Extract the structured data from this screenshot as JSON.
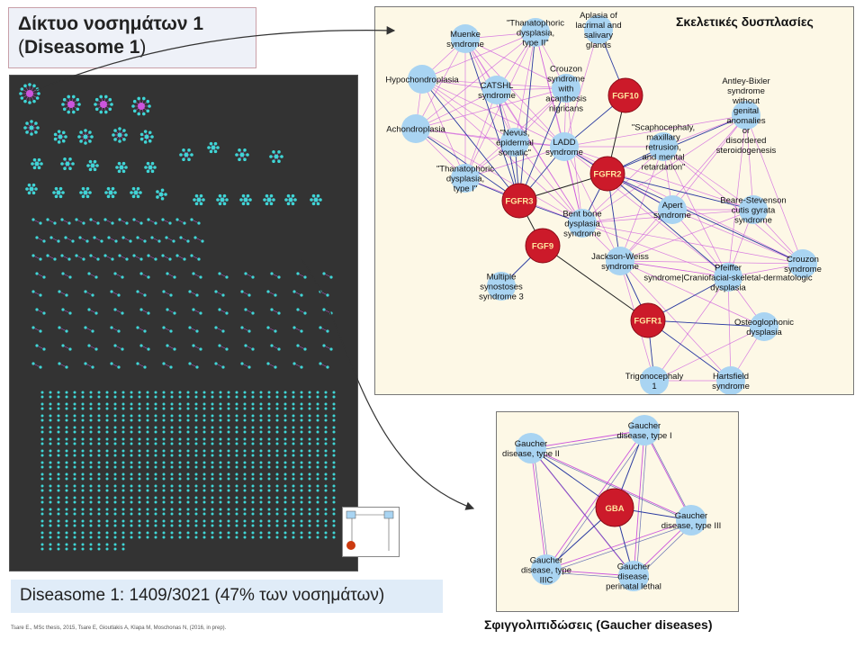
{
  "slide": {
    "title_line1": "Δίκτυο νοσημάτων 1",
    "title_line2_prefix": "(",
    "title_line2_bold": "Diseasome 1",
    "title_line2_suffix": ")",
    "caption": "Diseasome 1: 1409/3021 (47% των νοσημάτων)",
    "references": "Tsare E., MSc thesis, 2015, Tsare E, Gioutlakis A, Klapa M, Moschonas N, (2016, in prep)."
  },
  "skeletal_panel": {
    "title": "Σκελετικές δυσπλασίες",
    "genes": [
      {
        "id": "fgf10",
        "label": "FGF10"
      },
      {
        "id": "fgfr2",
        "label": "FGFR2"
      },
      {
        "id": "fgfr3",
        "label": "FGFR3"
      },
      {
        "id": "fgf9",
        "label": "FGF9"
      },
      {
        "id": "fgfr1",
        "label": "FGFR1"
      }
    ],
    "diseases": [
      {
        "id": "muenke",
        "lines": [
          "Muenke",
          "syndrome"
        ]
      },
      {
        "id": "thanato2",
        "lines": [
          "\"Thanatophoric",
          "dysplasia,",
          "type II\""
        ]
      },
      {
        "id": "aplasia",
        "lines": [
          "Aplasia of",
          "lacrimal and",
          "salivary",
          "glands"
        ]
      },
      {
        "id": "hypochondro",
        "lines": [
          "Hypochondroplasia"
        ]
      },
      {
        "id": "catshl",
        "lines": [
          "CATSHL",
          "syndrome"
        ]
      },
      {
        "id": "crouzon_acan",
        "lines": [
          "Crouzon",
          "syndrome",
          "with",
          "acanthosis",
          "nigricans"
        ]
      },
      {
        "id": "antley",
        "lines": [
          "Antley-Bixler",
          "syndrome",
          "without",
          "genital",
          "anomalies",
          "or",
          "disordered",
          "steroidogenesis"
        ]
      },
      {
        "id": "achondro",
        "lines": [
          "Achondroplasia"
        ]
      },
      {
        "id": "nevus",
        "lines": [
          "\"Nevus,",
          "epidermal",
          "somatic\""
        ]
      },
      {
        "id": "ladd",
        "lines": [
          "LADD",
          "syndrome"
        ]
      },
      {
        "id": "scapho",
        "lines": [
          "\"Scaphocephaly,",
          "maxillary",
          "retrusion,",
          "and mental",
          "retardation\""
        ]
      },
      {
        "id": "thanato1",
        "lines": [
          "\"Thanatophoric",
          "dysplasia,",
          "type I\""
        ]
      },
      {
        "id": "beare",
        "lines": [
          "Beare-Stevenson",
          "cutis gyrata",
          "syndrome"
        ]
      },
      {
        "id": "apert",
        "lines": [
          "Apert",
          "syndrome"
        ]
      },
      {
        "id": "bentbone",
        "lines": [
          "Bent bone",
          "dysplasia",
          "syndrome"
        ]
      },
      {
        "id": "crouzon",
        "lines": [
          "Crouzon",
          "syndrome"
        ]
      },
      {
        "id": "jackson",
        "lines": [
          "Jackson-Weiss",
          "syndrome"
        ]
      },
      {
        "id": "pfeiffer",
        "lines": [
          "Pfeiffer",
          "syndrome|Craniofacial-skeletal-dermatologic",
          "dysplasia"
        ]
      },
      {
        "id": "multiple",
        "lines": [
          "Multiple",
          "synostoses",
          "syndrome 3"
        ]
      },
      {
        "id": "osteo",
        "lines": [
          "Osteoglophonic",
          "dysplasia"
        ]
      },
      {
        "id": "trigono",
        "lines": [
          "Trigonocephaly",
          "1"
        ]
      },
      {
        "id": "hartsfield",
        "lines": [
          "Hartsfield",
          "syndrome"
        ]
      }
    ]
  },
  "gaucher_panel": {
    "caption": "Σφιγγολιπιδώσεις (Gaucher diseases)",
    "genes": [
      {
        "id": "gba",
        "label": "GBA"
      }
    ],
    "diseases": [
      {
        "id": "g1",
        "lines": [
          "Gaucher",
          "disease, type I"
        ]
      },
      {
        "id": "g2",
        "lines": [
          "Gaucher",
          "disease, type II"
        ]
      },
      {
        "id": "g3",
        "lines": [
          "Gaucher",
          "disease, type III"
        ]
      },
      {
        "id": "g3c",
        "lines": [
          "Gaucher",
          "disease, type",
          "IIIC"
        ]
      },
      {
        "id": "gpl",
        "lines": [
          "Gaucher",
          "disease,",
          "perinatal lethal"
        ]
      }
    ]
  },
  "colors": {
    "gene_node": "#cc1a2a",
    "disease_node": "#a9d4f2",
    "gene_disease_edge": "#2a3aa0",
    "disease_disease_edge": "#cc55dd",
    "panel_bg": "#fdf8e6",
    "overview_bg": "#333333",
    "overview_node": "#3fd6d6"
  }
}
